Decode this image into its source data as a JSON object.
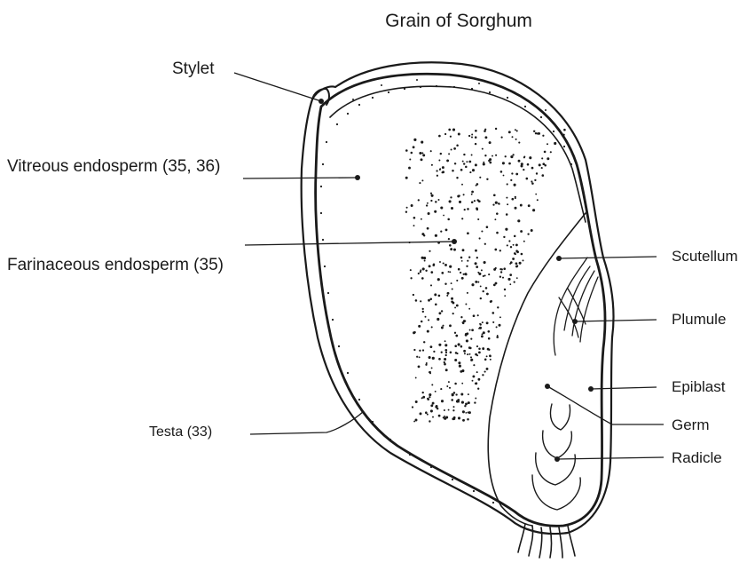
{
  "diagram": {
    "title": "Grain of Sorghum",
    "labels": {
      "stylet": "Stylet",
      "vitreous": "Vitreous endosperm (35, 36)",
      "farinaceous": "Farinaceous endosperm (35)",
      "testa": "Testa (33)",
      "scutellum": "Scutellum",
      "plumule": "Plumule",
      "epiblast": "Epiblast",
      "germ": "Germ",
      "radicle": "Radicle"
    },
    "ink_color": "#1a1a1a",
    "background": "#ffffff"
  }
}
